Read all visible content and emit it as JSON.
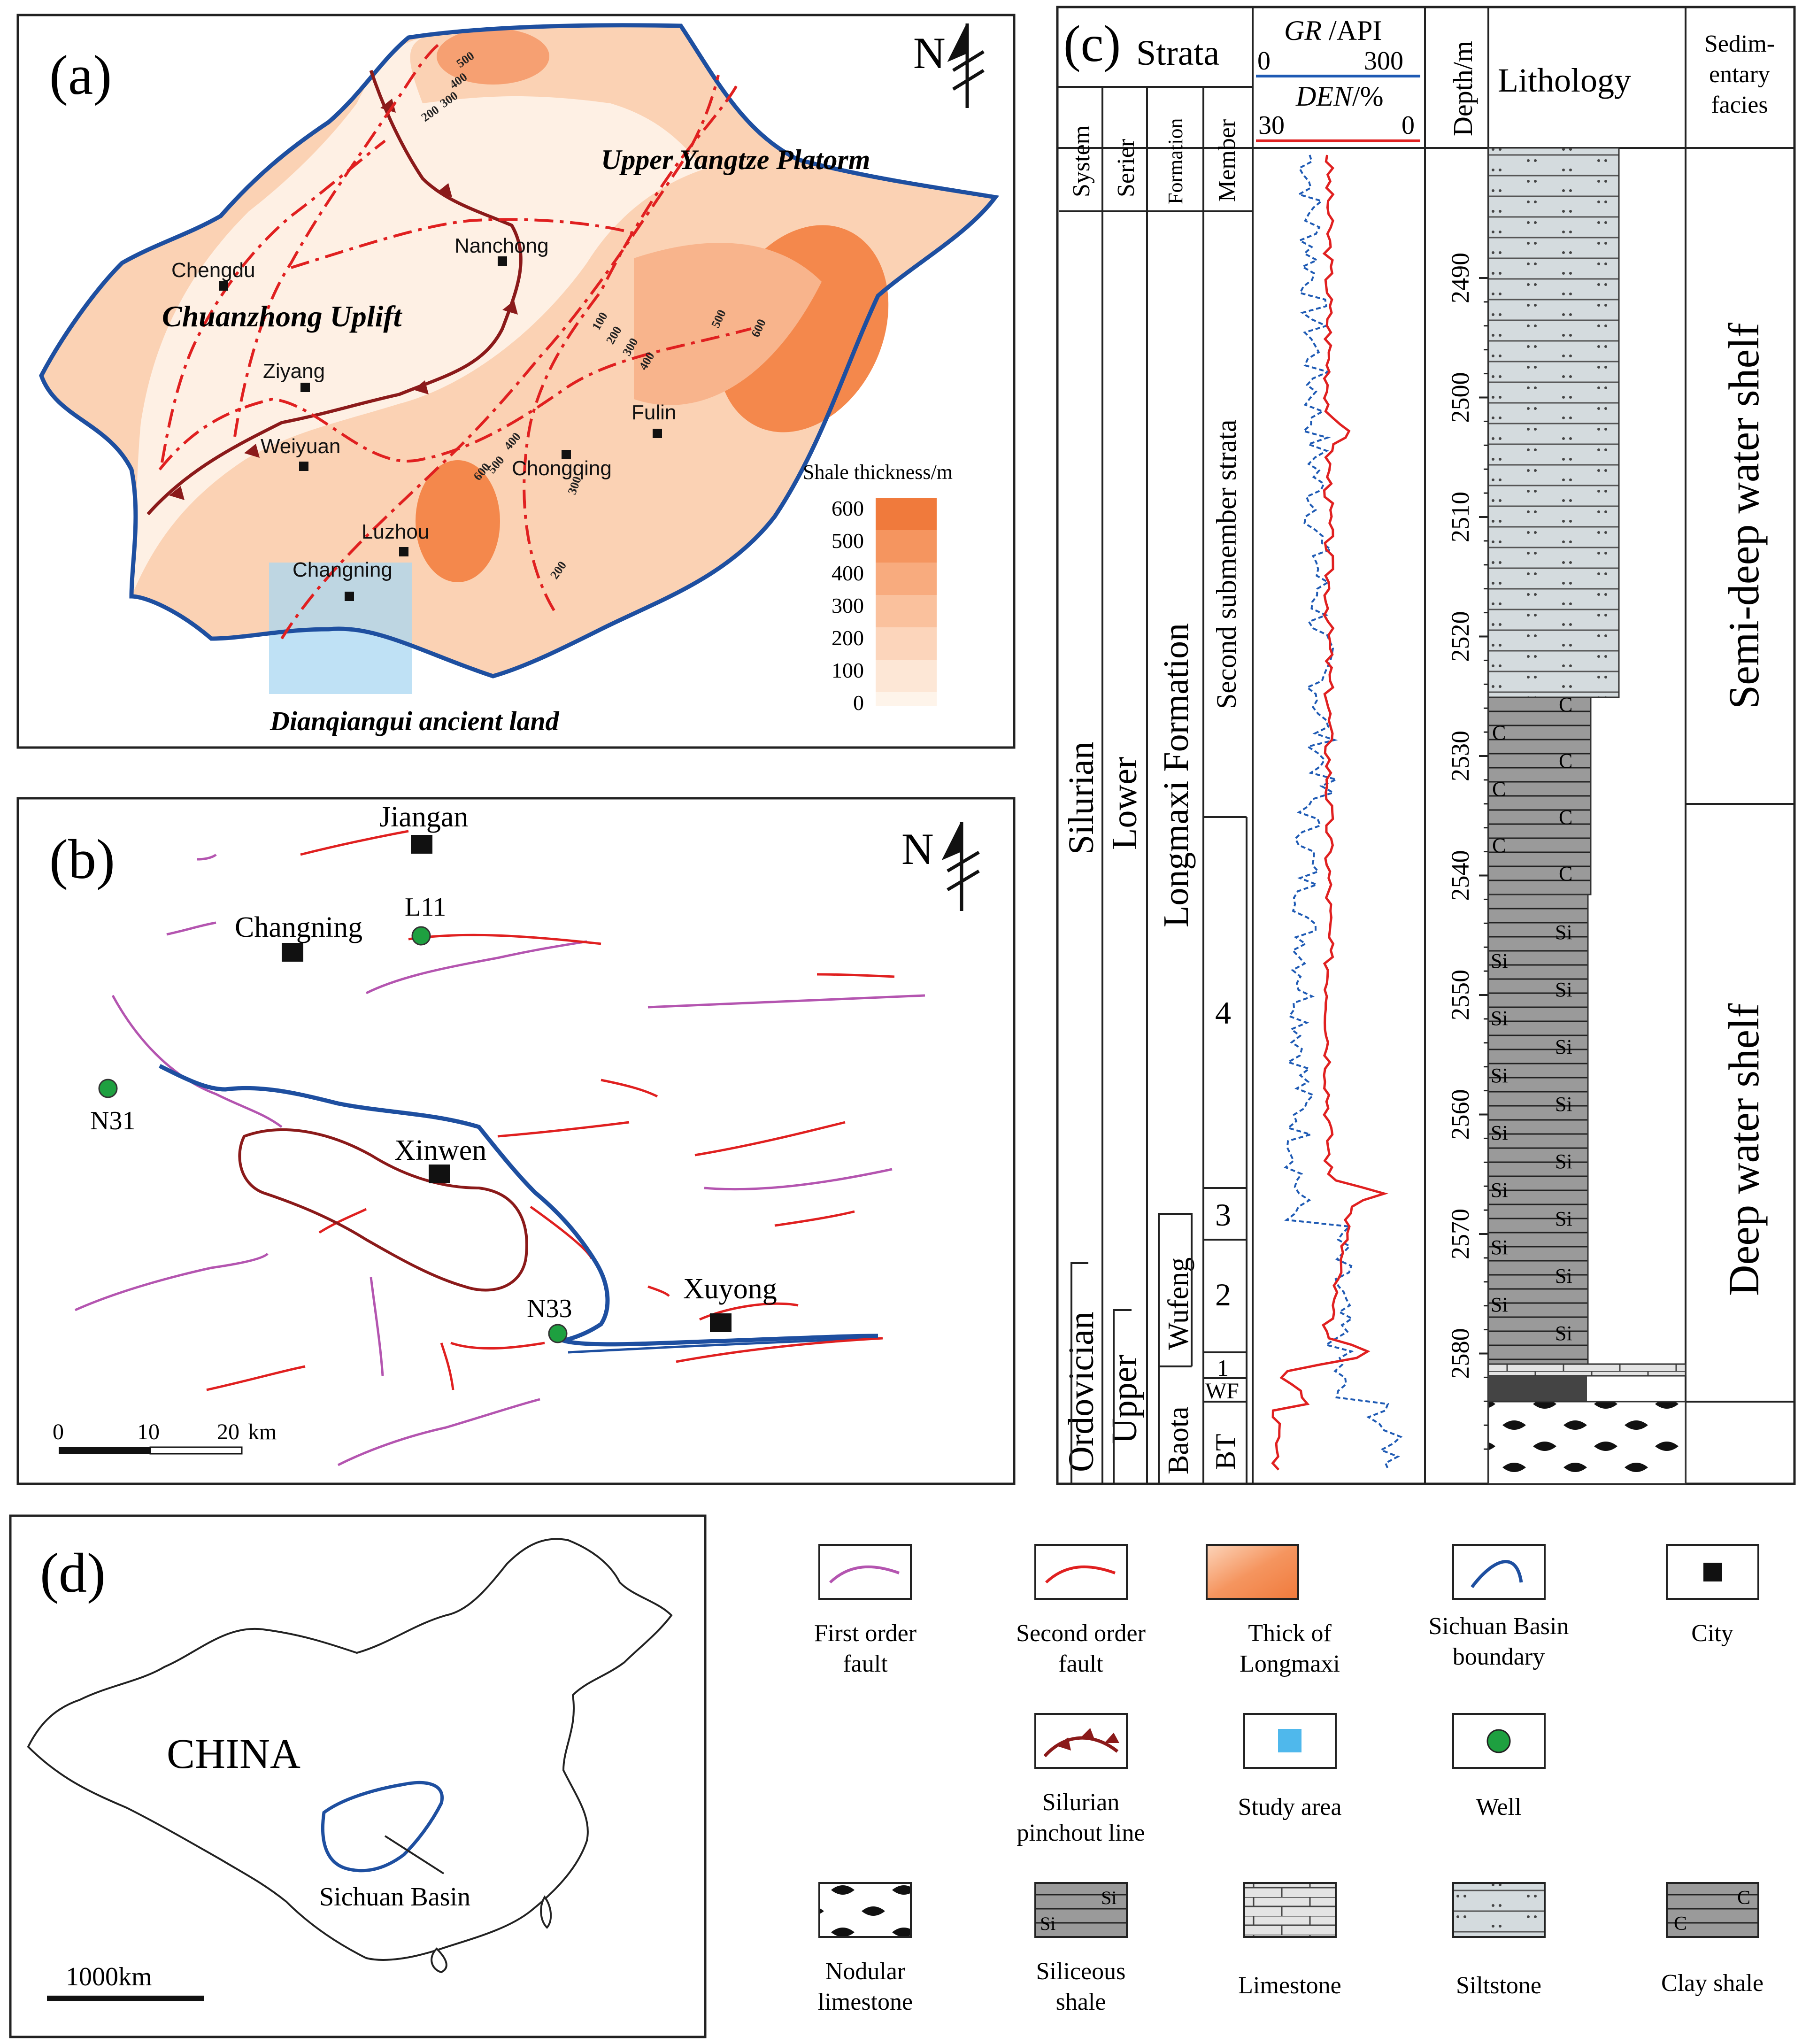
{
  "panels": {
    "a": "(a)",
    "b": "(b)",
    "c": "(c)",
    "d": "(d)"
  },
  "north": "N",
  "map_a": {
    "regions": {
      "platform": "Upper Yangtze Platorm",
      "uplift": "Chuanzhong Uplift",
      "ancient_land": "Dianqiangui ancient land"
    },
    "cities": [
      "Chengdu",
      "Nanchong",
      "Ziyang",
      "Weiyuan",
      "Chongqing",
      "Fulin",
      "Luzhou",
      "Changning"
    ],
    "contour_labels": {
      "n500": "500",
      "n400": "400",
      "n300": "300",
      "n200": "200",
      "n100": "100",
      "n600": "600"
    },
    "legend": {
      "title": "Shale thickness/m",
      "levels": [
        "600",
        "500",
        "400",
        "300",
        "200",
        "100",
        "0"
      ],
      "colors": [
        "#f07a3c",
        "#f5955f",
        "#f8ab7e",
        "#fac19d",
        "#fcd5bb",
        "#fde7d6",
        "#fef4ea"
      ]
    }
  },
  "map_b": {
    "towns": [
      "Jiangan",
      "Changning",
      "Xinwen",
      "Xuyong"
    ],
    "wells": [
      "L11",
      "N31",
      "N33"
    ],
    "scale": {
      "ticks": [
        "0",
        "10",
        "20"
      ],
      "unit": "km"
    }
  },
  "column": {
    "strata": "Strata",
    "gr_label": "GR",
    "gr_unit": "/API",
    "gr_min": "0",
    "gr_max": "300",
    "den_label": "DEN",
    "den_unit": "/%",
    "den_min": "30",
    "den_max": "0",
    "depth_header": "Depth/m",
    "lithology_header": "Lithology",
    "facies_header": "Sedim-\nentary\nfacies",
    "sub_headers": [
      "System",
      "Serier",
      "Formation",
      "Member"
    ],
    "system": [
      "Silurian",
      "Ordovician"
    ],
    "series": [
      "Lower",
      "Upper"
    ],
    "formation": [
      "Longmaxi Formation",
      "Wufeng",
      "Baota"
    ],
    "members": [
      "Second submember strata",
      "4",
      "3",
      "2",
      "1",
      "WF",
      "BT"
    ],
    "depths": [
      "2490",
      "2500",
      "2510",
      "2520",
      "2530",
      "2540",
      "2550",
      "2560",
      "2570",
      "2580"
    ],
    "facies": [
      "Semi-deep water shelf",
      "Deep water shelf"
    ],
    "lith_symbols": {
      "clay": "C",
      "siliceous": "Si"
    }
  },
  "china": {
    "label": "CHINA",
    "basin": "Sichuan Basin",
    "scale": "1000km"
  },
  "legend": {
    "first_fault": "First order\nfault",
    "second_fault": "Second order\nfault",
    "thick": "Thick of\nLongmaxi",
    "boundary": "Sichuan Basin\nboundary",
    "city": "City",
    "pinchout": "Silurian\npinchout line",
    "study": "Study area",
    "well": "Well",
    "nodular": "Nodular\nlimestone",
    "siliceous": "Siliceous\nshale",
    "limestone": "Limestone",
    "siltstone": "Siltstone",
    "clay": "Clay shale"
  },
  "colors": {
    "first_fault": "#b455b0",
    "second_fault": "#e02020",
    "pinchout": "#8b1a1a",
    "boundary": "#1e4fa0",
    "well": "#1ea040",
    "study": "#4fb8ec",
    "gr": "#1e5ab4",
    "den": "#e02020"
  }
}
